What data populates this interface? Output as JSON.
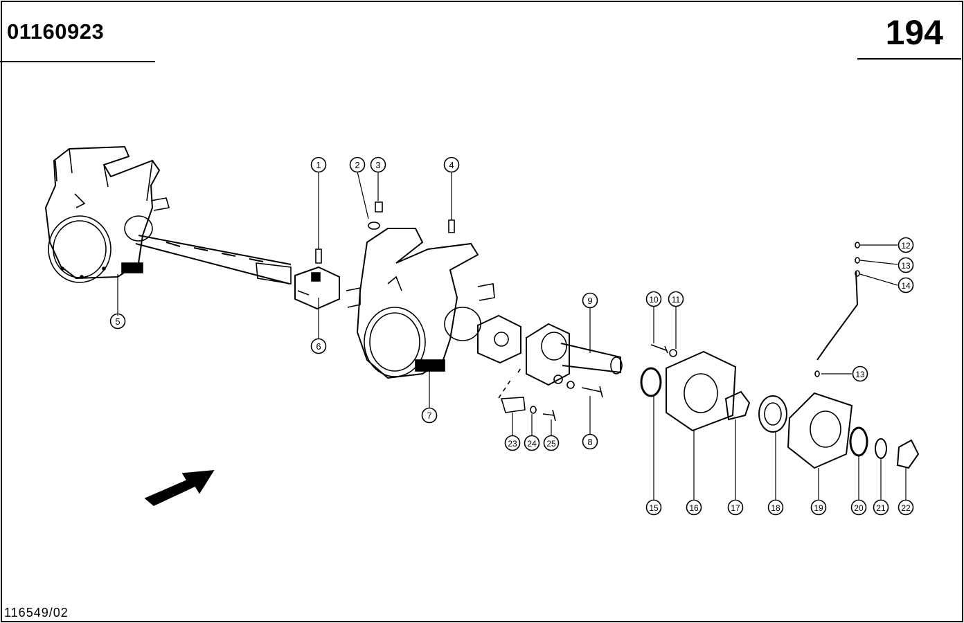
{
  "header": {
    "part_number": "01160923",
    "page_number": "194"
  },
  "footer": {
    "drawing_ref": "116549/02"
  },
  "callouts": [
    {
      "label": "1"
    },
    {
      "label": "2"
    },
    {
      "label": "3"
    },
    {
      "label": "4"
    },
    {
      "label": "5"
    },
    {
      "label": "6"
    },
    {
      "label": "7"
    },
    {
      "label": "8"
    },
    {
      "label": "9"
    },
    {
      "label": "10"
    },
    {
      "label": "11"
    },
    {
      "label": "12"
    },
    {
      "label": "13"
    },
    {
      "label": "14"
    },
    {
      "label": "13"
    },
    {
      "label": "15"
    },
    {
      "label": "16"
    },
    {
      "label": "17"
    },
    {
      "label": "18"
    },
    {
      "label": "19"
    },
    {
      "label": "20"
    },
    {
      "label": "21"
    },
    {
      "label": "22"
    },
    {
      "label": "23"
    },
    {
      "label": "24"
    },
    {
      "label": "25"
    }
  ]
}
